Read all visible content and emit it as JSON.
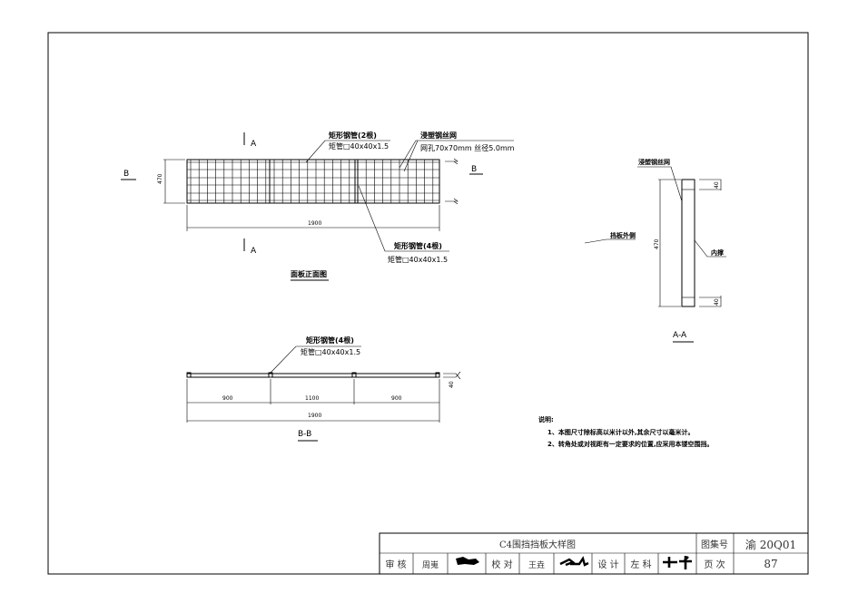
{
  "front_view": {
    "title": "面板正面图",
    "section_a_label": "A",
    "section_b_label": "B",
    "top_tube_label": "矩形钢管(2根)",
    "top_tube_spec": "矩管□40x40x1.5",
    "mesh_label": "浸塑钢丝网",
    "mesh_spec": "网孔70x70mm 丝径5.0mm",
    "bottom_tube_label": "矩形钢管(4根)",
    "bottom_tube_spec": "矩管□40x40x1.5",
    "height_dim": "470",
    "width_dim": "1900"
  },
  "section_bb": {
    "title": "B-B",
    "tube_label": "矩形钢管(4根)",
    "tube_spec": "矩管□40x40x1.5",
    "dims": [
      "900",
      "1100",
      "900"
    ],
    "total_dim": "1900",
    "thickness_dim": "40"
  },
  "section_aa": {
    "title": "A-A",
    "mesh_label": "浸塑钢丝网",
    "outer_label": "挡板外侧",
    "inner_label": "内撑",
    "height_dim": "470",
    "top_dim": "40",
    "bottom_dim": "40"
  },
  "notes": {
    "heading": "说明:",
    "items": [
      "1、本图尺寸除标高以米计以外,其余尺寸以毫米计。",
      "2、转角处或对视距有一定要求的位置,应采用本镂空围挡。"
    ]
  },
  "title_block": {
    "drawing_title": "C4围挡挡板大样图",
    "atlas_label": "图集号",
    "atlas_number": "渝 20Q01",
    "review_label": "审 核",
    "review_name": "周嵬",
    "check_label": "校 对",
    "check_name": "王垚",
    "design_label": "设 计",
    "design_name": "左 科",
    "page_label": "页 次",
    "page_number": "87"
  }
}
